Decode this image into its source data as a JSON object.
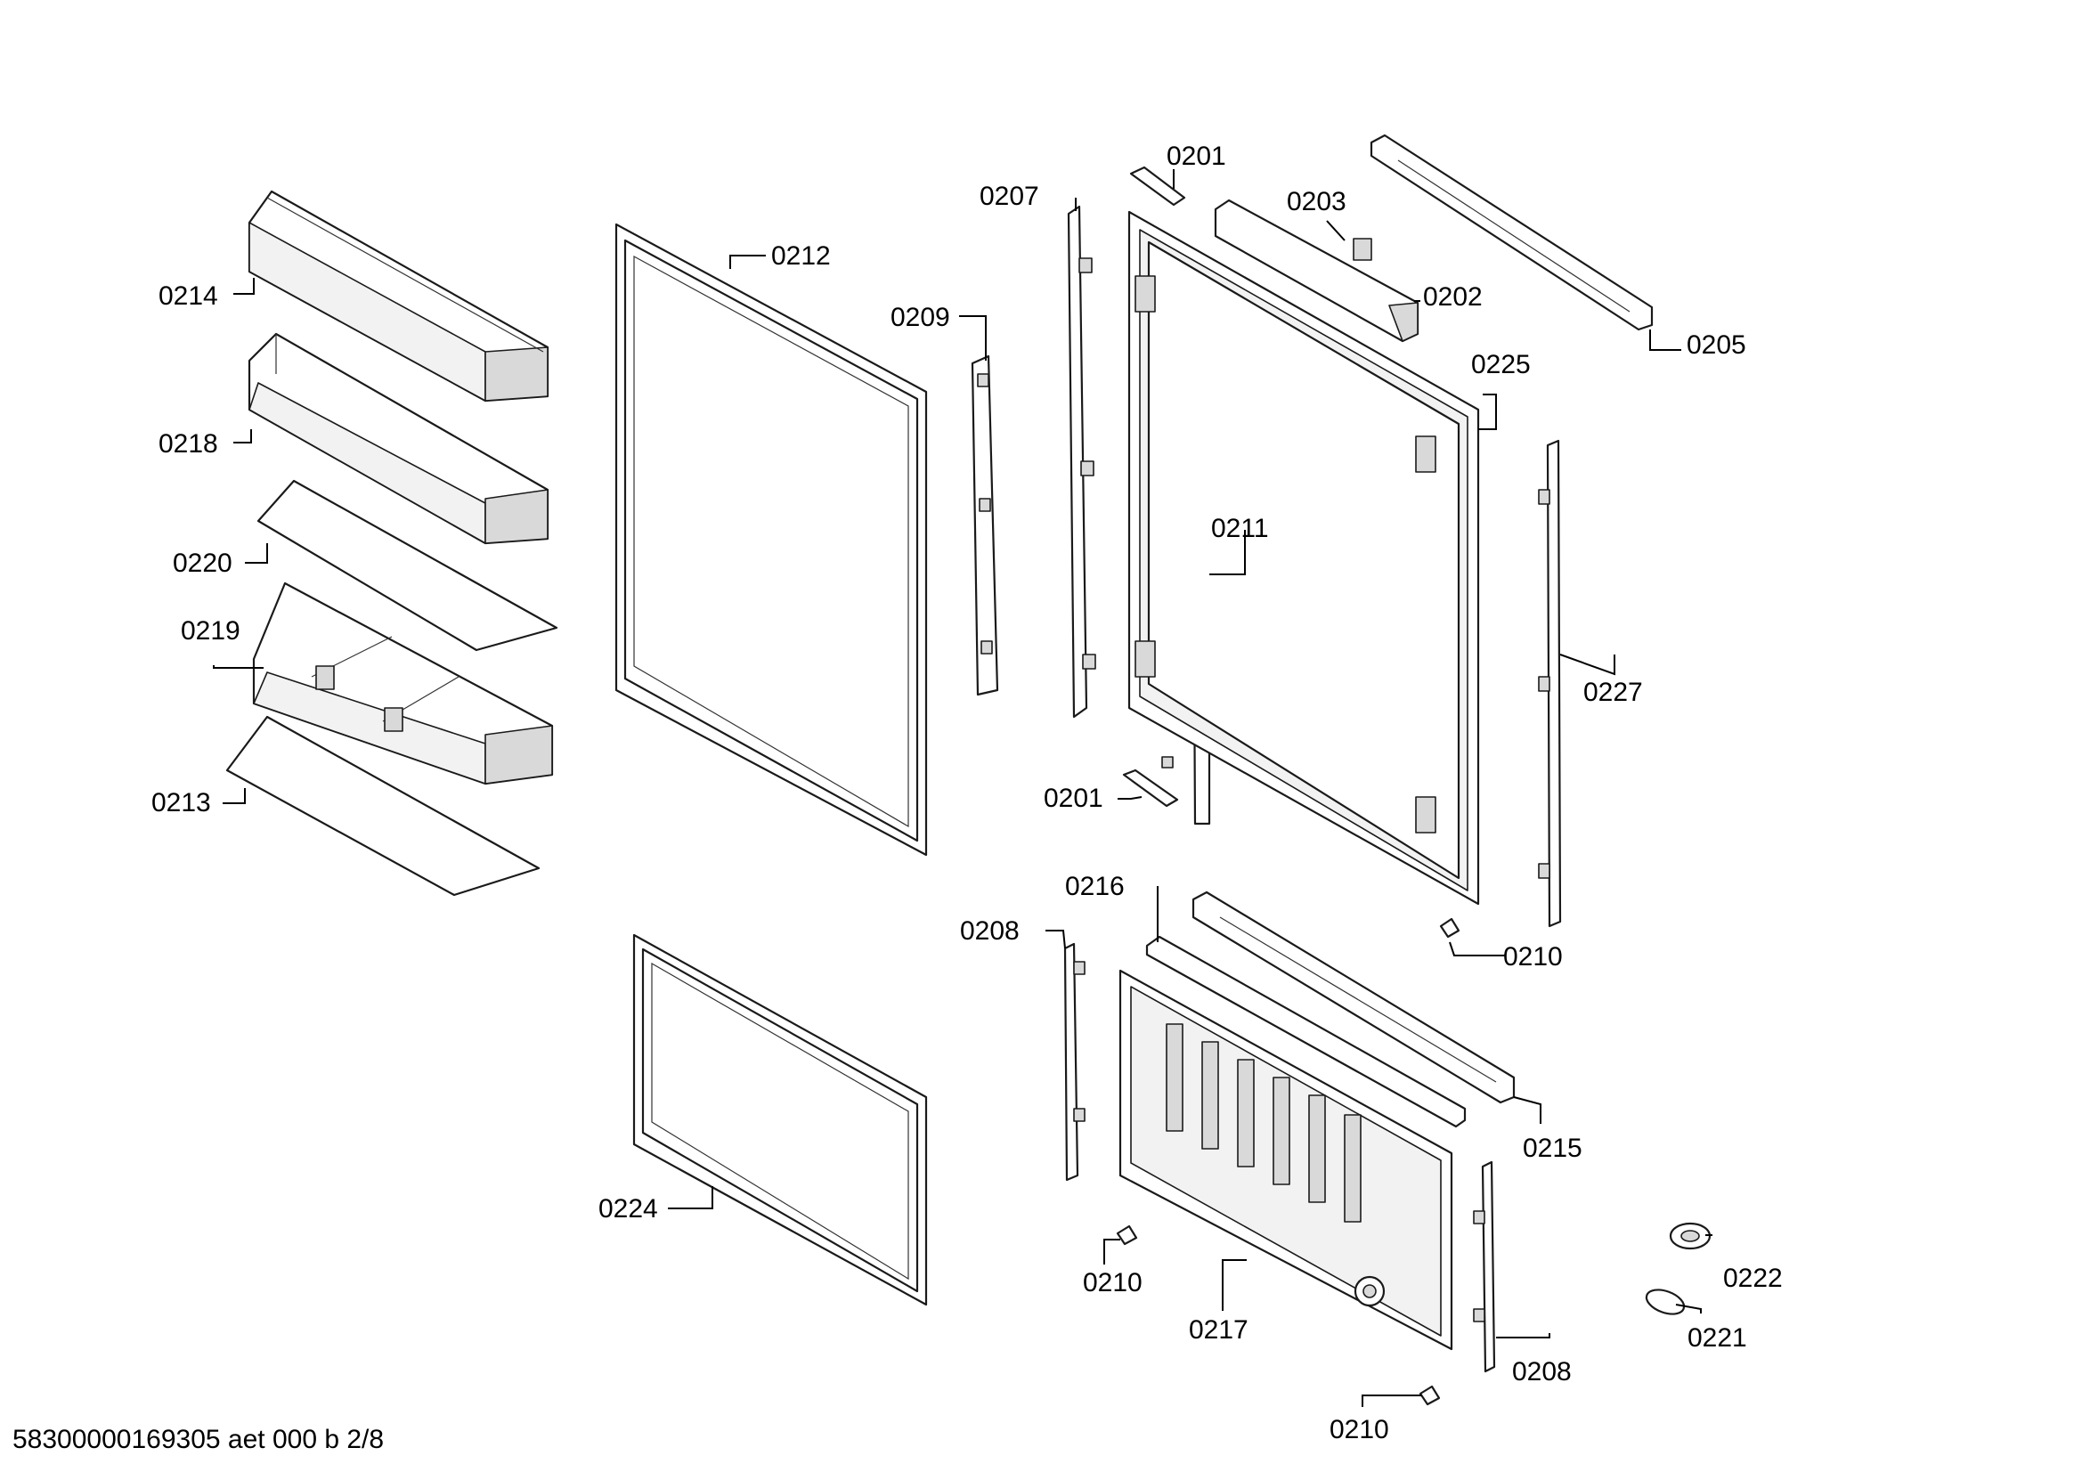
{
  "document_id": "58300000169305 aet 000 b 2/8",
  "callouts": {
    "c0201a": "0201",
    "c0207": "0207",
    "c0203": "0203",
    "c0202": "0202",
    "c0205": "0205",
    "c0214": "0214",
    "c0212": "0212",
    "c0209": "0209",
    "c0225": "0225",
    "c0218": "0218",
    "c0211": "0211",
    "c0220": "0220",
    "c0219": "0219",
    "c0227": "0227",
    "c0201b": "0201",
    "c0213": "0213",
    "c0216": "0216",
    "c0208a": "0208",
    "c0210a": "0210",
    "c0215": "0215",
    "c0224": "0224",
    "c0222": "0222",
    "c0210b": "0210",
    "c0217": "0217",
    "c0221": "0221",
    "c0208b": "0208",
    "c0210c": "0210"
  }
}
